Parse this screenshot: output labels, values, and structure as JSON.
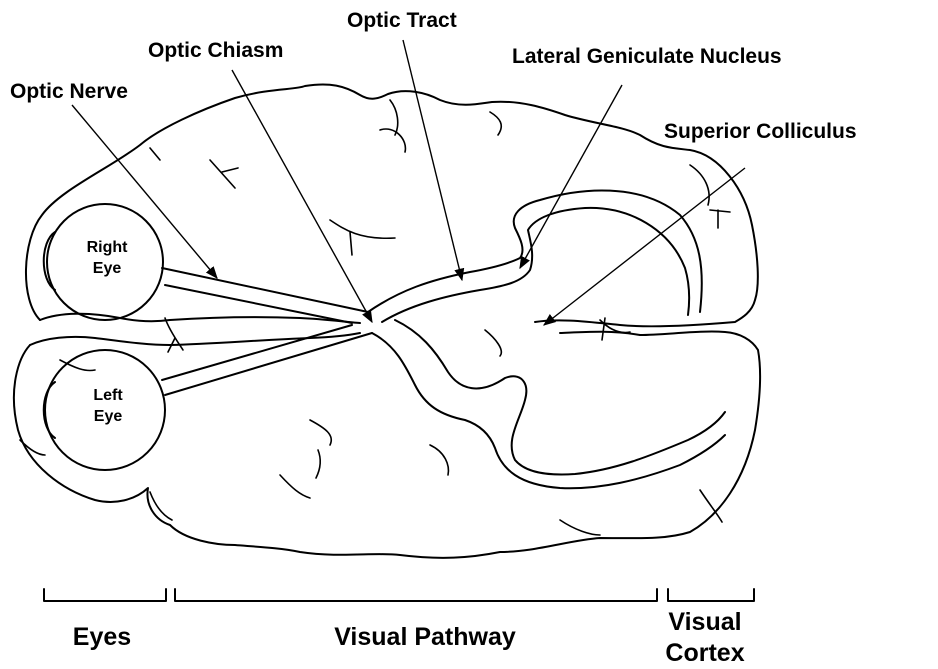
{
  "labels": {
    "optic_tract": "Optic Tract",
    "optic_chiasm": "Optic Chiasm",
    "lateral_geniculate_nucleus": "Lateral Geniculate Nucleus",
    "optic_nerve": "Optic Nerve",
    "superior_colliculus": "Superior Colliculus",
    "right_eye_line1": "Right",
    "right_eye_line2": "Eye",
    "left_eye_line1": "Left",
    "left_eye_line2": "Eye"
  },
  "sections": {
    "eyes": "Eyes",
    "visual_pathway": "Visual Pathway",
    "visual_cortex_line1": "Visual",
    "visual_cortex_line2": "Cortex"
  },
  "colors": {
    "line": "#000000",
    "background": "#ffffff"
  }
}
